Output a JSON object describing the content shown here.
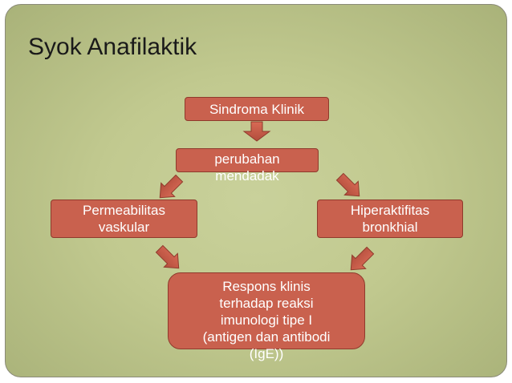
{
  "slide": {
    "title": "Syok Anafilaktik",
    "nodes": {
      "sindroma": "Sindroma Klinik",
      "perubahan": "perubahan\nmendadak",
      "permeabilitas": "Permeabilitas\nvaskular",
      "hiperaktifitas": "Hiperaktifitas\nbronkhial",
      "respons": "Respons klinis\nterhadap reaksi\nimunologi tipe I\n(antigen dan antibodi\n(IgE))"
    },
    "colors": {
      "box_fill": "#c9614e",
      "box_border": "#8f3a2c",
      "background": "#c1c98f"
    }
  }
}
